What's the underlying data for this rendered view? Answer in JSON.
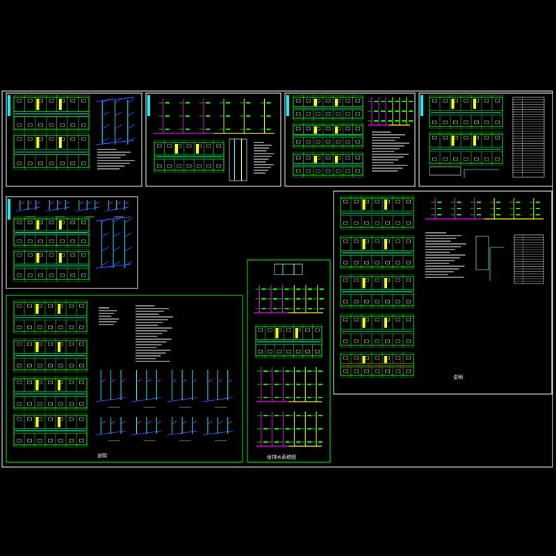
{
  "canvas": {
    "background": "#000000"
  },
  "colors": {
    "outer_frame": "#ffffff",
    "sheet_border": "#ffffff",
    "sheet_border_green": "#00ff00",
    "wall": "#00ff00",
    "pipe_cyan": "#00ffff",
    "pipe_blue": "#3050ff",
    "pipe_magenta": "#ff00ff",
    "pipe_yellow": "#ffff00",
    "pipe_red": "#ff3030",
    "text": "#ffffff",
    "title_block": "#00ffff"
  },
  "sheets": [
    {
      "id": "sheet-1",
      "border": "white",
      "content": [
        "plans-2",
        "iso-blue",
        "notes"
      ]
    },
    {
      "id": "sheet-2",
      "border": "white",
      "content": [
        "risers-magenta-yellow",
        "plan-1",
        "notes"
      ]
    },
    {
      "id": "sheet-3",
      "border": "white",
      "content": [
        "plans-3",
        "details",
        "notes"
      ]
    },
    {
      "id": "sheet-4",
      "border": "white",
      "content": [
        "plans-2",
        "legend-table"
      ]
    },
    {
      "id": "sheet-5",
      "border": "white",
      "content": [
        "plans-2",
        "iso-blue"
      ]
    },
    {
      "id": "sheet-6",
      "border": "white",
      "content": [
        "plans-5",
        "risers",
        "notes",
        "legend-table"
      ],
      "caption": "说明"
    },
    {
      "id": "sheet-7",
      "border": "green",
      "content": [
        "details",
        "plan-1",
        "risers-2"
      ],
      "caption": "给排水系统图"
    },
    {
      "id": "sheet-8",
      "border": "green",
      "content": [
        "plans-4",
        "notes",
        "iso-rows"
      ],
      "caption": "说明"
    }
  ]
}
